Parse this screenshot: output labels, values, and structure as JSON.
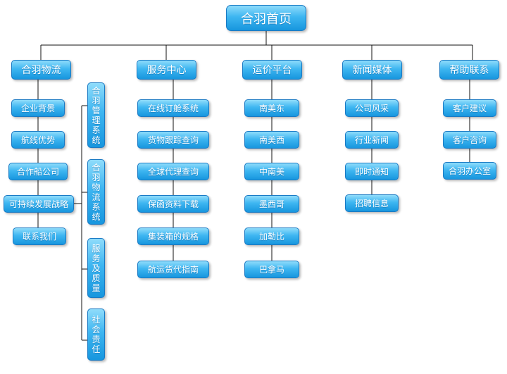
{
  "root": "合羽首页",
  "sections": [
    {
      "title": "合羽物流",
      "items": [
        "企业背景",
        "航线优势",
        "合作船公司",
        "可持续发展战略",
        "联系我们"
      ]
    },
    {
      "title": "服务中心",
      "items": [
        "在线订舱系统",
        "货物跟踪查询",
        "全球代理查询",
        "保函资料下载",
        "集装箱的规格",
        "航运货代指南"
      ]
    },
    {
      "title": "运价平台",
      "items": [
        "南美东",
        "南美西",
        "中南美",
        "墨西哥",
        "加勒比",
        "巴拿马"
      ]
    },
    {
      "title": "新闻媒体",
      "items": [
        "公司风采",
        "行业新闻",
        "即时通知",
        "招聘信息"
      ]
    },
    {
      "title": "帮助联系",
      "items": [
        "客户建议",
        "客户咨询",
        "合羽办公室"
      ]
    }
  ],
  "side_group": [
    "合羽管理系统",
    "合羽物流系统",
    "服务及质量",
    "社会责任"
  ],
  "colors": {
    "box_top": "#8fdcfb",
    "box_bottom": "#1796de",
    "line": "#111111"
  }
}
